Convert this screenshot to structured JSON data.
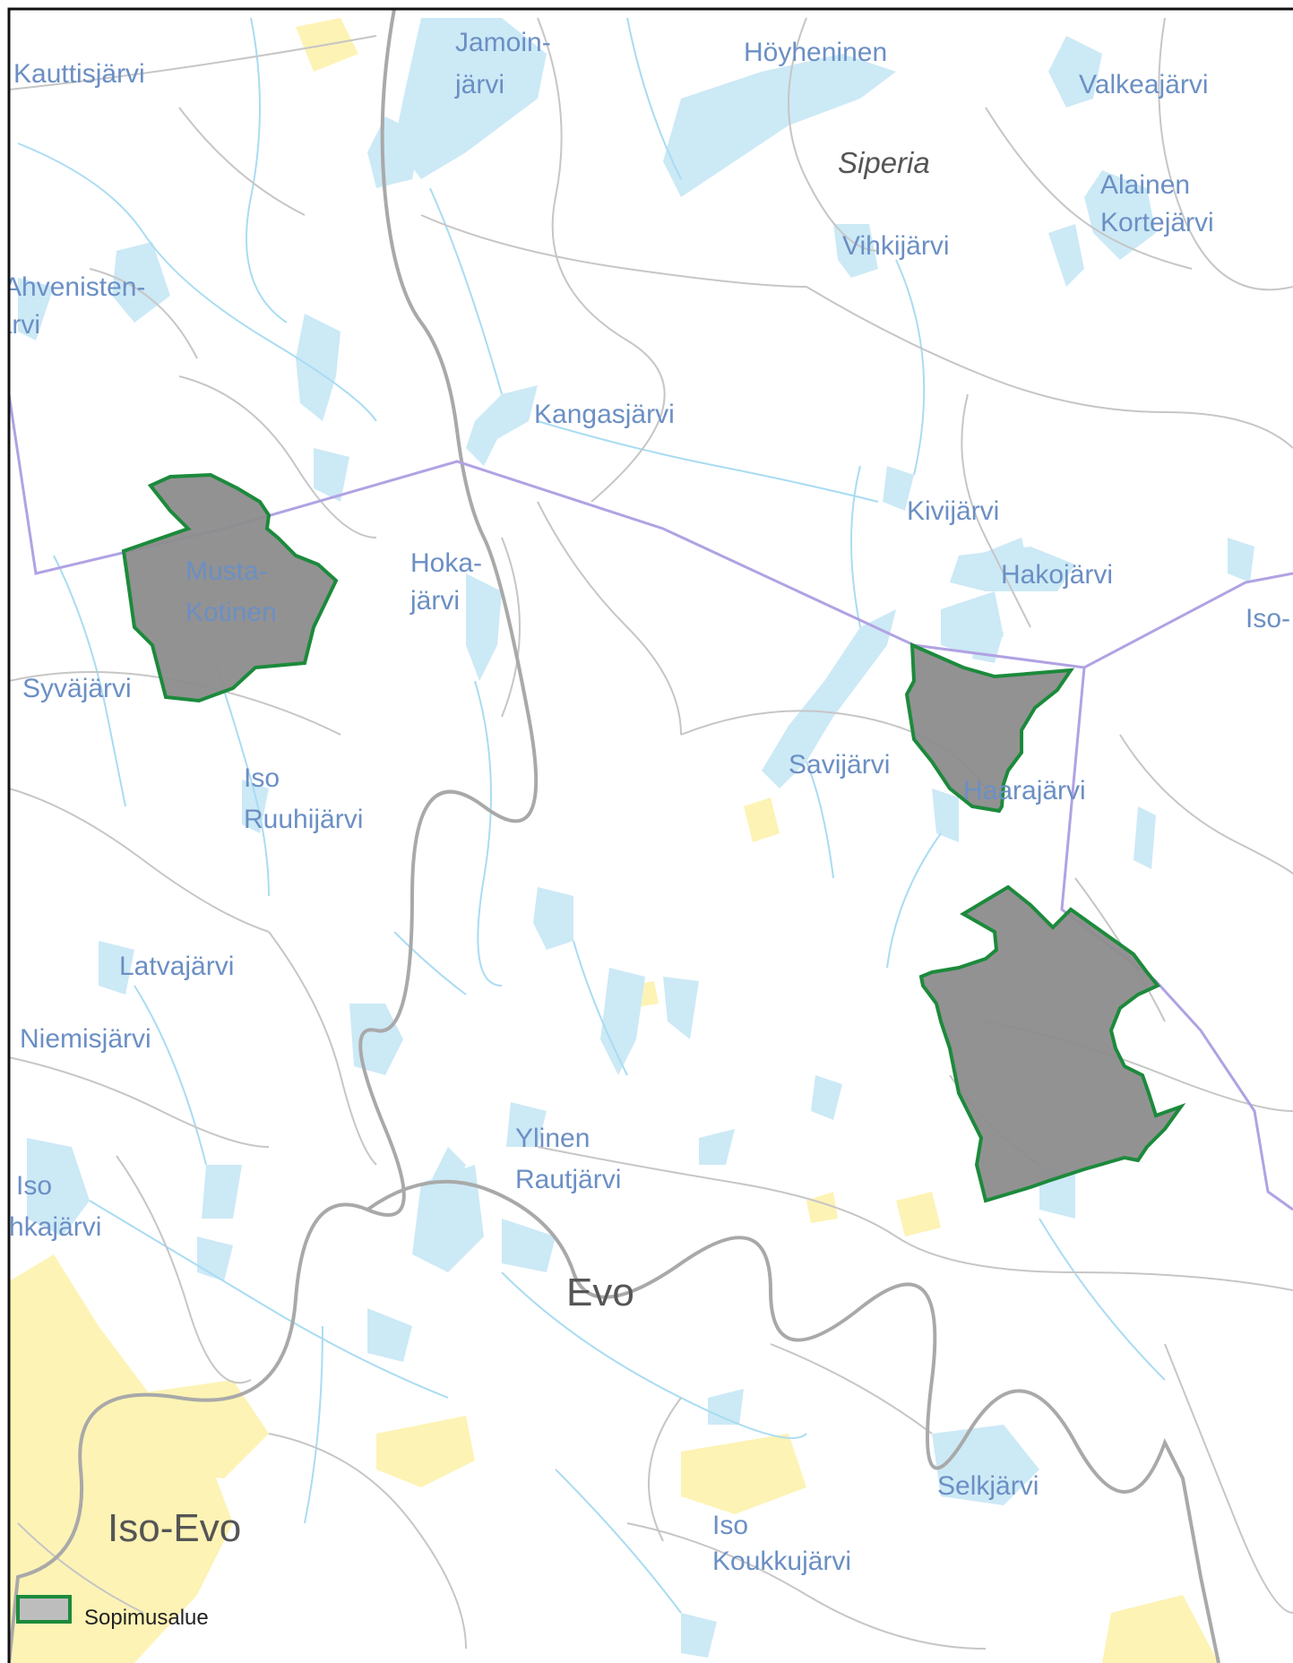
{
  "colors": {
    "background": "#ffffff",
    "water": "#cce9f6",
    "road_major": "#a9a9a9",
    "road_minor": "#c6c6c6",
    "stream": "#a9dcf2",
    "urban": "#fdf3b5",
    "border": "#b1a2e3",
    "contract_area_fill": "#8c8c8c",
    "contract_area_stroke": "#1c8a3c"
  },
  "labels": {
    "kauttisjarvi": "Kauttisjärvi",
    "jamoinjarvi_1": "Jamoin-",
    "jamoinjarvi_2": "järvi",
    "hoyheninen": "Höyheninen",
    "valkeajarvi": "Valkeajärvi",
    "siperia": "Siperia",
    "alainen_1": "Alainen",
    "kortejarvi": "Kortejärvi",
    "vihkijarvi": "Vihkijärvi",
    "ahvenisten_1": "Ahvenisten-",
    "ahvenisten_2": "järvi",
    "kangasjarvi": "Kangasjärvi",
    "kivijarvi": "Kivijärvi",
    "hakojarvi": "Hakojärvi",
    "iso_partial": "Iso-",
    "musta_1": "Musta-",
    "musta_2": "Kotinen",
    "hoka_1": "Hoka-",
    "hoka_2": "järvi",
    "syvajarvi": "Syväjärvi",
    "savijarvi": "Savijärvi",
    "haarajarvi": "Haarajärvi",
    "iso_ruuhi_1": "Iso",
    "iso_ruuhi_2": "Ruuhijärvi",
    "latvajarvi": "Latvajärvi",
    "niemisjarvi": "Niemisjärvi",
    "ylinen_1": "Ylinen",
    "ylinen_2": "Rautjärvi",
    "iso_left_1": "Iso",
    "iso_left_2": "Ahkajärvi",
    "evo": "Evo",
    "selkjarvi": "Selkjärvi",
    "iso_evo": "Iso-Evo",
    "iso_koukku_1": "Iso",
    "iso_koukku_2": "Koukkujärvi"
  },
  "legend": {
    "label": "Sopimusalue",
    "swatch_icon": "polygon-swatch"
  }
}
